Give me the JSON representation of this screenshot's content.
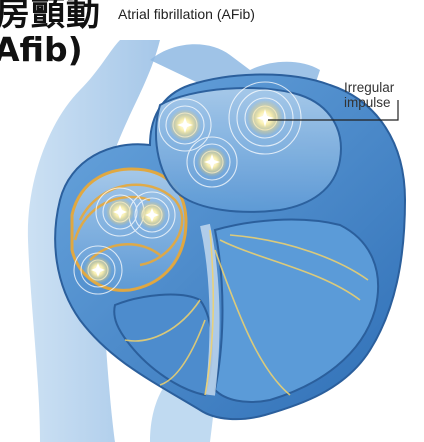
{
  "header": {
    "title_cn": "房顫動",
    "title_en": "Atrial fibrillation (AFib)",
    "title_paren": "Afib)"
  },
  "callout": {
    "line1": "Irregular",
    "line2": "impulse"
  },
  "colors": {
    "heart_outer": "#3d7fc4",
    "heart_inner": "#5b9bd8",
    "chamber_light": "#9fc3e8",
    "vessel": "#a8cbea",
    "impulse": "#f5c542",
    "impulse_path": "#e8a93a"
  }
}
